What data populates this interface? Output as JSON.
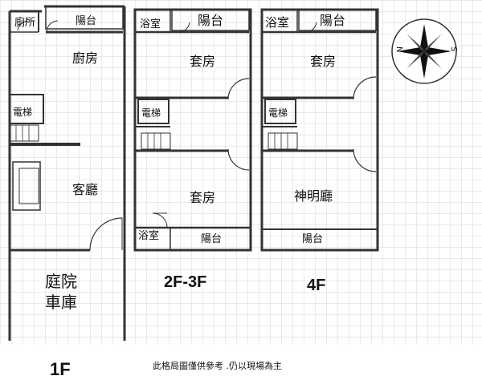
{
  "floor1": {
    "toilet": "廁所",
    "balcony": "陽台",
    "kitchen": "廚房",
    "elevator": "電梯",
    "living": "客廳",
    "yard": "庭院",
    "garage": "車庫",
    "label": "1F"
  },
  "floor23": {
    "bath_top": "浴室",
    "balcony_top": "陽台",
    "suite_top": "套房",
    "elevator": "電梯",
    "suite_bottom": "套房",
    "bath_bottom": "浴室",
    "balcony_bottom": "陽台",
    "label": "2F-3F"
  },
  "floor4": {
    "bath": "浴室",
    "balcony_top": "陽台",
    "suite": "套房",
    "elevator": "電梯",
    "shrine": "神明廳",
    "balcony_bottom": "陽台",
    "label": "4F"
  },
  "compass": {
    "north": "N",
    "south": "S"
  },
  "disclaimer": "此格局圖僅供參考 .仍以現場為主"
}
